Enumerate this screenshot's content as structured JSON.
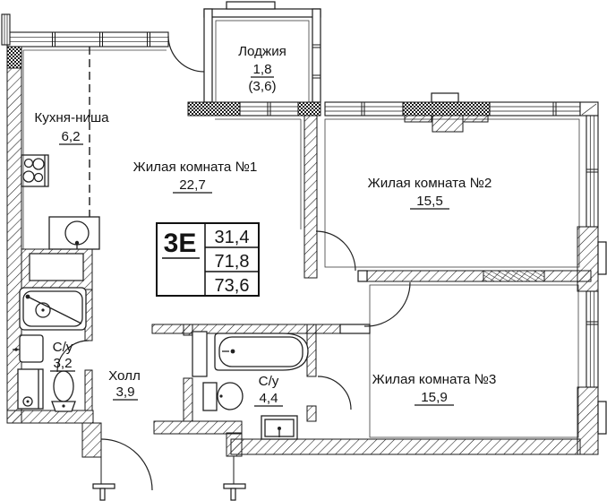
{
  "rooms": {
    "loggia": {
      "name": "Лоджия",
      "area": "1,8",
      "area_secondary": "(3,6)"
    },
    "kitchen_niche": {
      "name": "Кухня-ниша",
      "area": "6,2"
    },
    "living_room_1": {
      "name": "Жилая комната №1",
      "area": "22,7"
    },
    "living_room_2": {
      "name": "Жилая комната №2",
      "area": "15,5"
    },
    "living_room_3": {
      "name": "Жилая комната №3",
      "area": "15,9"
    },
    "bathroom_1": {
      "name": "С/у",
      "area": "3,2"
    },
    "hall": {
      "name": "Холл",
      "area": "3,9"
    },
    "bathroom_2": {
      "name": "С/у",
      "area": "4,4"
    }
  },
  "stamp": {
    "flat_label": "3Е",
    "values": [
      "31,4",
      "71,8",
      "73,6"
    ]
  },
  "colors": {
    "line": "#1a1a1a",
    "background": "#ffffff"
  }
}
